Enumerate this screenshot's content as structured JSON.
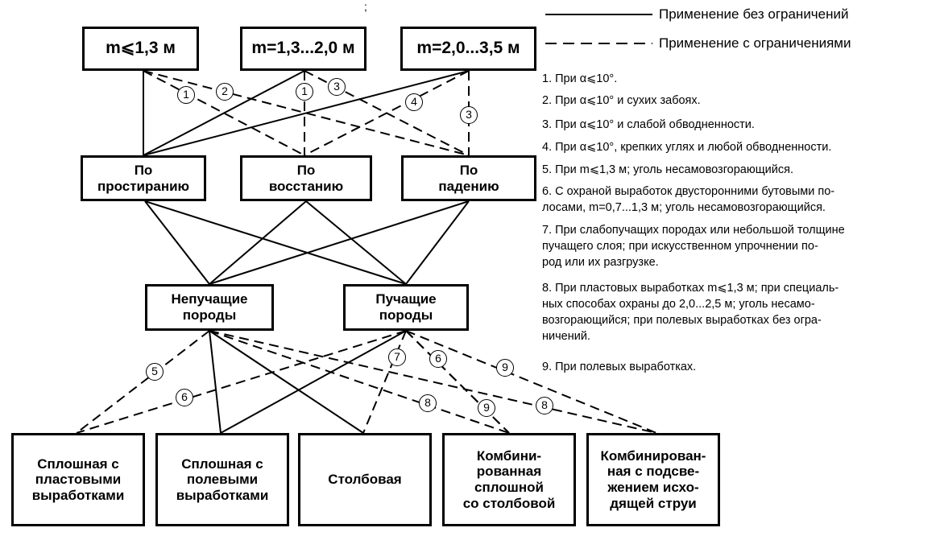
{
  "stray_mark": ";",
  "legend": {
    "solid_label": "Применение без ограничений",
    "dashed_label": "Применение с ограничениями"
  },
  "thickness": [
    {
      "id": "t1",
      "label": "m⩽1,3 м"
    },
    {
      "id": "t2",
      "label": "m=1,3...2,0 м"
    },
    {
      "id": "t3",
      "label": "m=2,0...3,5 м"
    }
  ],
  "direction": [
    {
      "id": "d1",
      "label": "По\nпростиранию"
    },
    {
      "id": "d2",
      "label": "По\nвосстанию"
    },
    {
      "id": "d3",
      "label": "По\nпадению"
    }
  ],
  "rock": [
    {
      "id": "r1",
      "label": "Непучащие\nпороды"
    },
    {
      "id": "r2",
      "label": "Пучащие\nпороды"
    }
  ],
  "system": [
    {
      "id": "s1",
      "label": "Сплошная с\nпластовыми\nвыработками"
    },
    {
      "id": "s2",
      "label": "Сплошная с\nполевыми\nвыработками"
    },
    {
      "id": "s3",
      "label": "Столбовая"
    },
    {
      "id": "s4",
      "label": "Комбини-\nрованная\nсплошной\nсо столбовой"
    },
    {
      "id": "s5",
      "label": "Комбинирован-\nная с подсве-\nжением исхо-\nдящей струи"
    }
  ],
  "links": [
    {
      "from": "t1",
      "to": "d1",
      "style": "solid"
    },
    {
      "from": "t1",
      "to": "d2",
      "style": "dashed",
      "condition": "1"
    },
    {
      "from": "t1",
      "to": "d3",
      "style": "dashed",
      "condition": "2"
    },
    {
      "from": "t2",
      "to": "d1",
      "style": "solid"
    },
    {
      "from": "t2",
      "to": "d2",
      "style": "dashed",
      "condition": "1"
    },
    {
      "from": "t2",
      "to": "d3",
      "style": "dashed",
      "condition": "3"
    },
    {
      "from": "t3",
      "to": "d1",
      "style": "solid"
    },
    {
      "from": "t3",
      "to": "d2",
      "style": "dashed",
      "condition": "4"
    },
    {
      "from": "t3",
      "to": "d3",
      "style": "dashed",
      "condition": "3"
    },
    {
      "from": "d1",
      "to": "r1",
      "style": "solid"
    },
    {
      "from": "d1",
      "to": "r2",
      "style": "solid"
    },
    {
      "from": "d2",
      "to": "r1",
      "style": "solid"
    },
    {
      "from": "d2",
      "to": "r2",
      "style": "solid"
    },
    {
      "from": "d3",
      "to": "r1",
      "style": "solid"
    },
    {
      "from": "d3",
      "to": "r2",
      "style": "solid"
    },
    {
      "from": "r1",
      "to": "s1",
      "style": "dashed",
      "condition": "5"
    },
    {
      "from": "r1",
      "to": "s2",
      "style": "solid"
    },
    {
      "from": "r1",
      "to": "s3",
      "style": "solid"
    },
    {
      "from": "r1",
      "to": "s4",
      "style": "dashed",
      "condition": "8"
    },
    {
      "from": "r1",
      "to": "s5",
      "style": "dashed",
      "condition": "8"
    },
    {
      "from": "r2",
      "to": "s1",
      "style": "dashed",
      "condition": "6"
    },
    {
      "from": "r2",
      "to": "s2",
      "style": "solid"
    },
    {
      "from": "r2",
      "to": "s3",
      "style": "dashed",
      "condition": "7"
    },
    {
      "from": "r2",
      "to": "s4",
      "style": "dashed",
      "condition": "6"
    },
    {
      "from": "r2",
      "to": "s4",
      "style": "dashed",
      "condition": "9"
    },
    {
      "from": "r2",
      "to": "s5",
      "style": "dashed",
      "condition": "9"
    }
  ],
  "notes": [
    "1. При  α⩽10°.",
    "2. При  α⩽10° и сухих забоях.",
    "3. При  α⩽10° и слабой обводненности.",
    "4. При  α⩽10°, крепких углях и любой  обводненности.",
    "5. При m⩽1,3 м; уголь несамовозгорающийся.",
    "6. С охраной выработок двусторонними бутовыми по-\n    лосами, m=0,7...1,3 м; уголь несамовозгорающийся.",
    "7. При слабопучащих породах или небольшой толщине\n    пучащего слоя; при искусственном упрочнении по-\n    род или их разгрузке.",
    "8. При пластовых выработках  m⩽1,3 м; при специаль-\n    ных способах охраны до 2,0...2,5 м; уголь несамо-\n    возгорающийся; при полевых выработках без огра-\n    ничений.",
    "9. При полевых выработках."
  ]
}
